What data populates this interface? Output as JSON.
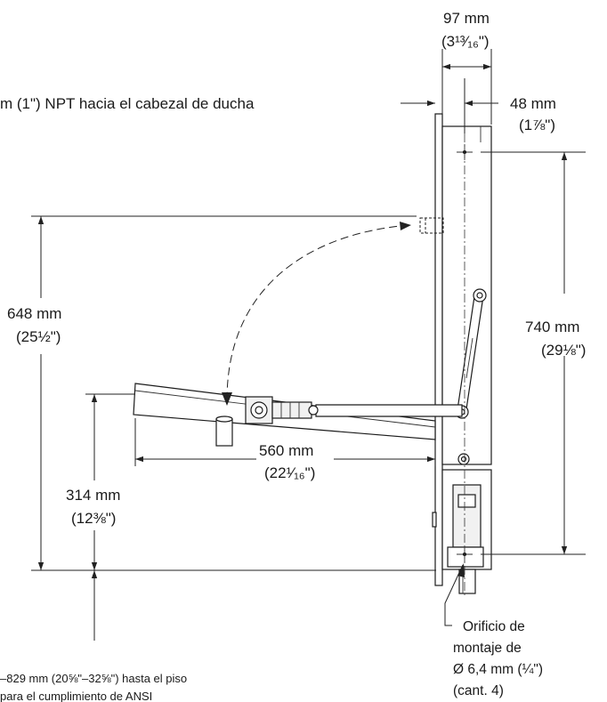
{
  "dimensions": {
    "top_width": {
      "mm": "97 mm",
      "in": "(3¹³⁄₁₆\")"
    },
    "hole_offset": {
      "mm": "48 mm",
      "in": "(1⅞\")"
    },
    "pipe_note": "m (1\") NPT hacia el cabezal de ducha",
    "height_648": {
      "mm": "648 mm",
      "in": "(25½\")"
    },
    "height_740": {
      "mm": "740 mm",
      "in": "(29⅛\")"
    },
    "depth_560": {
      "mm": "560 mm",
      "in": "(22¹⁄₁₆\")"
    },
    "height_314": {
      "mm": "314 mm",
      "in": "(12⅜\")"
    }
  },
  "callouts": {
    "mounting_hole": [
      "Orificio de",
      "montaje de",
      "Ø 6,4 mm (¼\")",
      "(cant. 4)"
    ],
    "floor_note": [
      "–829 mm (20⅝\"–32⅝\") hasta el piso",
      "para el cumplimiento de ANSI"
    ]
  }
}
